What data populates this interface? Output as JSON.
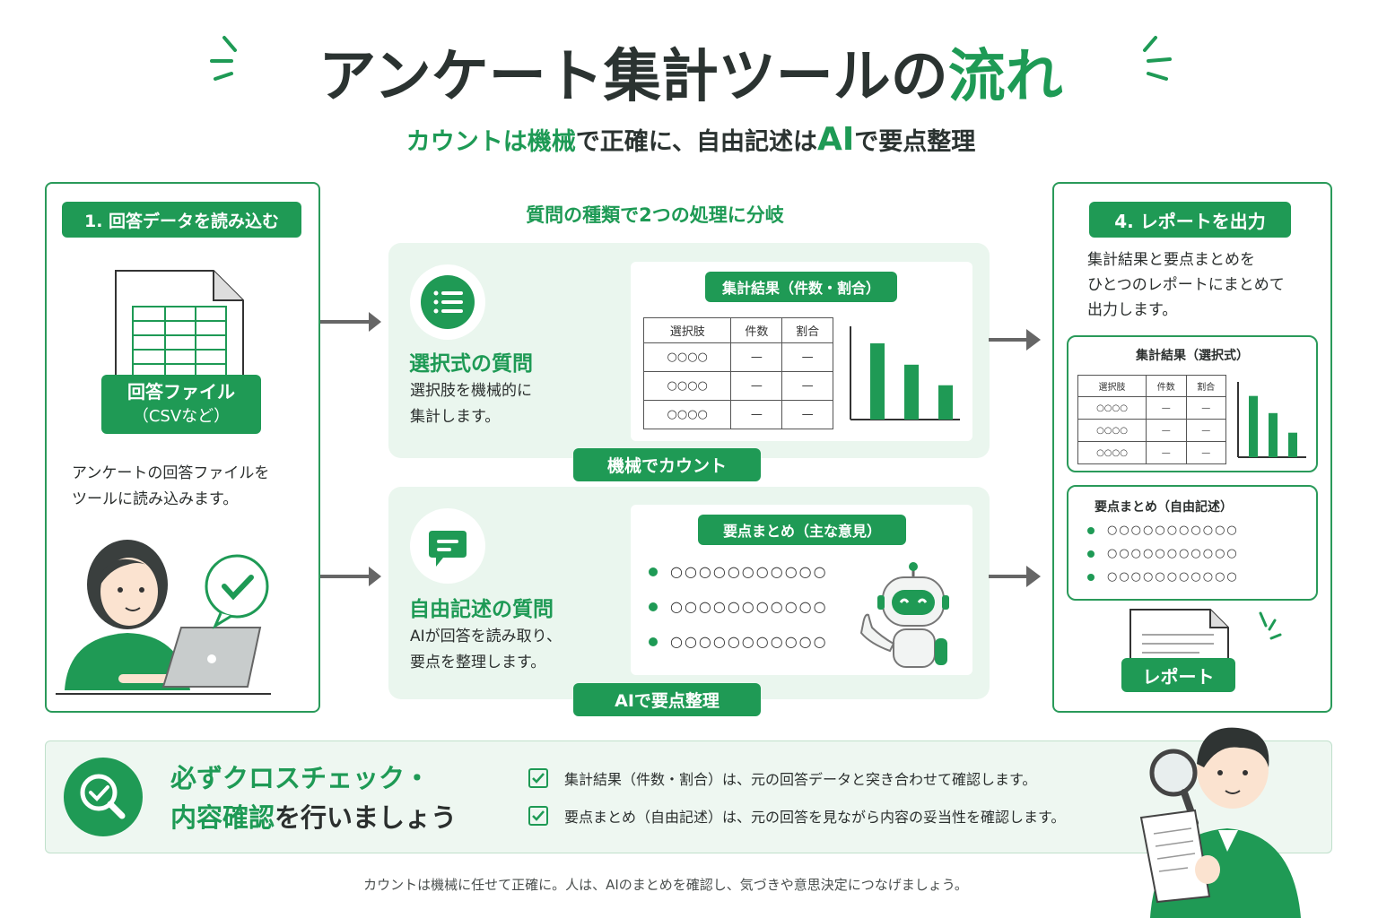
{
  "title": {
    "main": "アンケート集計ツールの",
    "accent": "流れ"
  },
  "subtitle": {
    "p1": "カウントは機械",
    "p2": "で正確に、自由記述は",
    "p3": "AI",
    "p4": "で要点整理"
  },
  "step1": {
    "label": "1. 回答データを読み込む",
    "file_label_1": "回答ファイル",
    "file_label_2": "（CSVなど）",
    "desc_1": "アンケートの回答ファイルを",
    "desc_2": "ツールに読み込みます。"
  },
  "branch": {
    "heading": "質問の種類で2つの処理に分岐",
    "choice": {
      "title": "選択式の質問",
      "desc_1": "選択肢を機械的に",
      "desc_2": "集計します。",
      "result_label": "集計結果（件数・割合）",
      "table_headers": [
        "選択肢",
        "件数",
        "割合"
      ],
      "table_rows": [
        [
          "○○○○",
          "—",
          "—"
        ],
        [
          "○○○○",
          "—",
          "—"
        ],
        [
          "○○○○",
          "—",
          "—"
        ]
      ],
      "footer": "機械でカウント"
    },
    "free": {
      "title": "自由記述の質問",
      "desc_1": "AIが回答を読み取り、",
      "desc_2": "要点を整理します。",
      "result_label": "要点まとめ（主な意見）",
      "bullets": [
        "○○○○○○○○○○○",
        "○○○○○○○○○○○",
        "○○○○○○○○○○○"
      ],
      "footer": "AIで要点整理"
    }
  },
  "step4": {
    "label": "4. レポートを出力",
    "desc_1": "集計結果と要点まとめを",
    "desc_2": "ひとつのレポートにまとめて",
    "desc_3": "出力します。",
    "result_label": "集計結果（選択式）",
    "table_headers": [
      "選択肢",
      "件数",
      "割合"
    ],
    "table_rows": [
      [
        "○○○○",
        "—",
        "—"
      ],
      [
        "○○○○",
        "—",
        "—"
      ],
      [
        "○○○○",
        "—",
        "—"
      ]
    ],
    "summary_label": "要点まとめ（自由記述）",
    "bullets": [
      "○○○○○○○○○○○",
      "○○○○○○○○○○○",
      "○○○○○○○○○○○"
    ],
    "report_label": "レポート"
  },
  "check": {
    "title_1": "必ずクロスチェック・",
    "title_2a": "内容確認",
    "title_2b": "を行いましょう",
    "items": [
      "集計結果（件数・割合）は、元の回答データと突き合わせて確認します。",
      "要点まとめ（自由記述）は、元の回答を見ながら内容の妥当性を確認します。"
    ]
  },
  "footer_note": "カウントは機械に任せて正確に。人は、AIのまとめを確認し、気づきや意思決定につなげましょう。",
  "colors": {
    "accent": "#1e9a55",
    "panel": "#eaf6ee",
    "text": "#2b2f2e"
  },
  "chart_data": [
    {
      "type": "bar",
      "categories": [
        "",
        "",
        ""
      ],
      "values": [
        100,
        72,
        45
      ],
      "title": "",
      "xlabel": "",
      "ylabel": "",
      "ylim": [
        0,
        120
      ]
    },
    {
      "type": "bar",
      "categories": [
        "",
        "",
        ""
      ],
      "values": [
        100,
        72,
        40
      ],
      "title": "",
      "xlabel": "",
      "ylabel": "",
      "ylim": [
        0,
        120
      ]
    }
  ]
}
